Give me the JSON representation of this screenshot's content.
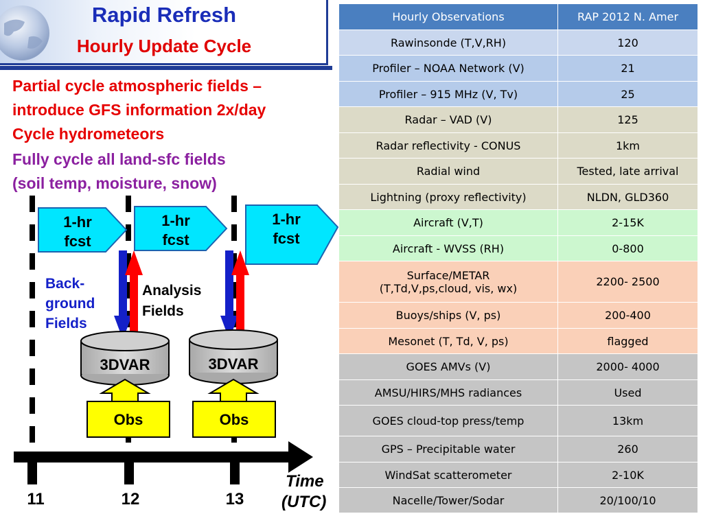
{
  "slide": {
    "title": "Rapid Refresh",
    "subtitle": "Hourly Update Cycle"
  },
  "bullets": [
    {
      "text": "Partial cycle atmospheric fields –",
      "color": "#e60000"
    },
    {
      "text": "introduce GFS information 2x/day",
      "color": "#e60000"
    },
    {
      "text": "Cycle hydrometeors",
      "color": "#e60000"
    },
    {
      "text": "Fully cycle all land-sfc fields",
      "color": "#8b20a0"
    },
    {
      "text": "(soil temp, moisture, snow)",
      "color": "#8b20a0"
    }
  ],
  "diagram": {
    "fcst_label_line1": "1-hr",
    "fcst_label_line2": "fcst",
    "background_label": [
      "Back-",
      "ground",
      "Fields"
    ],
    "analysis_label": [
      "Analysis",
      "Fields"
    ],
    "box_label": "3DVAR",
    "obs_label": "Obs",
    "time_label": "Time",
    "utc_label": "(UTC)",
    "ticks": [
      "11",
      "12",
      "13"
    ]
  },
  "table": {
    "headers": [
      "Hourly Observations",
      "RAP 2012 N. Amer"
    ],
    "rows": [
      {
        "obs": "Rawinsonde (T,V,RH)",
        "value": "120",
        "color": "#c9d7ee"
      },
      {
        "obs": "Profiler – NOAA Network (V)",
        "value": "21",
        "color": "#b5cbea"
      },
      {
        "obs": "Profiler – 915 MHz (V, Tv)",
        "value": "25",
        "color": "#b5cbea"
      },
      {
        "obs": "Radar – VAD (V)",
        "value": "125",
        "color": "#dcdac7"
      },
      {
        "obs": "Radar reflectivity - CONUS",
        "value": "1km",
        "color": "#dcdac7"
      },
      {
        "obs": "Radial wind",
        "value": "Tested, late arrival",
        "color": "#dcdac7"
      },
      {
        "obs": "Lightning (proxy reflectivity)",
        "value": "NLDN, GLD360",
        "color": "#dcdac7"
      },
      {
        "obs": "Aircraft (V,T)",
        "value": "2-15K",
        "color": "#ccf7cf"
      },
      {
        "obs": "Aircraft - WVSS (RH)",
        "value": "0-800",
        "color": "#ccf7cf"
      },
      {
        "obs": "Surface/METAR\n(T,Td,V,ps,cloud, vis, wx)",
        "value": "2200- 2500",
        "color": "#fad0b8"
      },
      {
        "obs": "Buoys/ships (V, ps)",
        "value": "200-400",
        "color": "#fad0b8"
      },
      {
        "obs": "Mesonet (T, Td, V, ps)",
        "value": "flagged",
        "color": "#fad0b8"
      },
      {
        "obs": "GOES AMVs (V)",
        "value": "2000- 4000",
        "color": "#c5c5c5"
      },
      {
        "obs": "AMSU/HIRS/MHS radiances",
        "value": "Used",
        "color": "#c5c5c5"
      },
      {
        "obs": "GOES cloud-top press/temp",
        "value": "13km",
        "color": "#c5c5c5"
      },
      {
        "obs": "GPS – Precipitable water",
        "value": "260",
        "color": "#c5c5c5"
      },
      {
        "obs": "WindSat scatterometer",
        "value": "2-10K",
        "color": "#c5c5c5"
      },
      {
        "obs": "Nacelle/Tower/Sodar",
        "value": "20/100/10",
        "color": "#c5c5c5"
      }
    ]
  }
}
